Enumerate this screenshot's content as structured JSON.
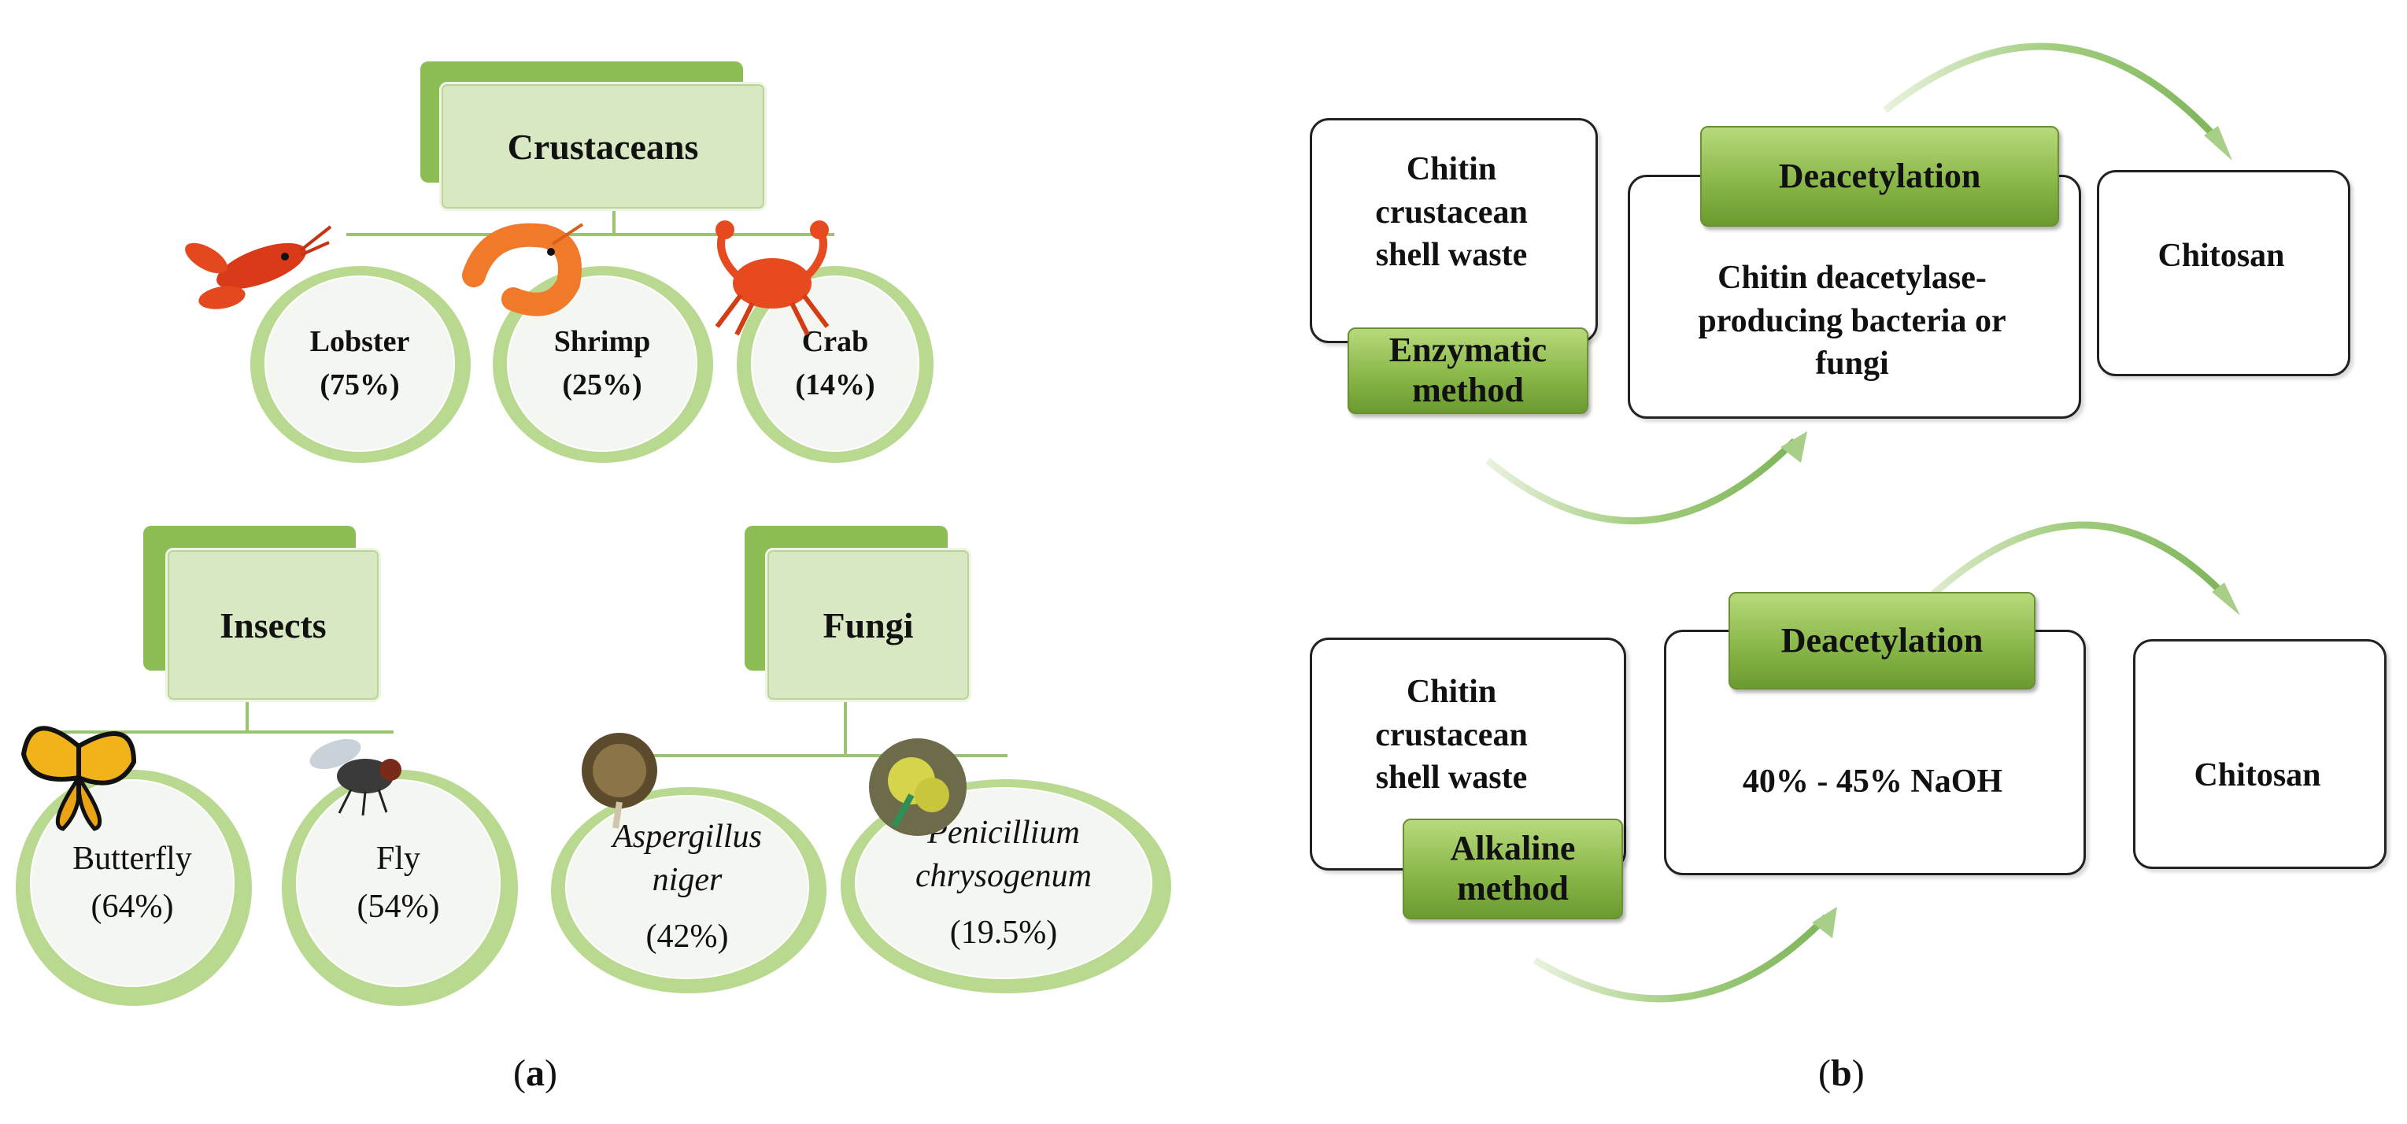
{
  "panel_a": {
    "crustaceans": {
      "title": "Crustaceans",
      "items": [
        {
          "name": "Lobster",
          "value": "(75%)",
          "icon": "lobster-icon"
        },
        {
          "name": "Shrimp",
          "value": "(25%)",
          "icon": "shrimp-icon"
        },
        {
          "name": "Crab",
          "value": "(14%)",
          "icon": "crab-icon"
        }
      ]
    },
    "insects": {
      "title": "Insects",
      "items": [
        {
          "name": "Butterfly",
          "value": "(64%)",
          "icon": "butterfly-icon"
        },
        {
          "name": "Fly",
          "value": "(54%)",
          "icon": "fly-icon"
        }
      ]
    },
    "fungi": {
      "title": "Fungi",
      "items": [
        {
          "name": "Aspergillus niger",
          "line1": "Aspergillus",
          "line2": "niger",
          "value": "(42%)",
          "icon": "aspergillus-icon"
        },
        {
          "name": "Penicillium chrysogenum",
          "line1": "Penicillium",
          "line2": "chrysogenum",
          "value": "(19.5%)",
          "icon": "penicillium-icon"
        }
      ]
    },
    "caption_letter": "a",
    "caption_open": "(",
    "caption_close": ")"
  },
  "panel_b": {
    "enzymatic": {
      "source_line1": "Chitin",
      "source_line2": "crustacean",
      "source_line3": "shell waste",
      "method_line1": "Enzymatic",
      "method_line2": "method",
      "step": "Deacetylation",
      "agent_line1": "Chitin deacetylase-",
      "agent_line2": "producing bacteria or",
      "agent_line3": "fungi",
      "product": "Chitosan"
    },
    "alkaline": {
      "source_line1": "Chitin",
      "source_line2": "crustacean",
      "source_line3": "shell waste",
      "method_line1": "Alkaline",
      "method_line2": "method",
      "step": "Deacetylation",
      "agent": "40% - 45% NaOH",
      "product": "Chitosan"
    },
    "caption_letter": "b",
    "caption_open": "(",
    "caption_close": ")"
  },
  "colors": {
    "green_dark": "#8dbd55",
    "green_light": "#d7e8c2",
    "circle_ring": "#b9d990",
    "arrow": "#a6cf86"
  }
}
